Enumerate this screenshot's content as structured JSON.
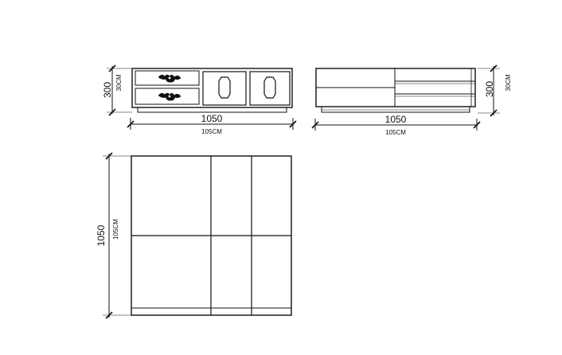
{
  "front_view": {
    "width_mm": "1050",
    "width_cm": "105CM",
    "height_mm": "300",
    "height_cm": "30CM"
  },
  "side_view": {
    "width_mm": "1050",
    "width_cm": "105CM",
    "height_mm": "300",
    "height_cm": "30CM"
  },
  "top_view": {
    "depth_mm": "1050",
    "depth_cm": "105CM"
  },
  "colors": {
    "line": "#111111",
    "background": "#ffffff"
  }
}
